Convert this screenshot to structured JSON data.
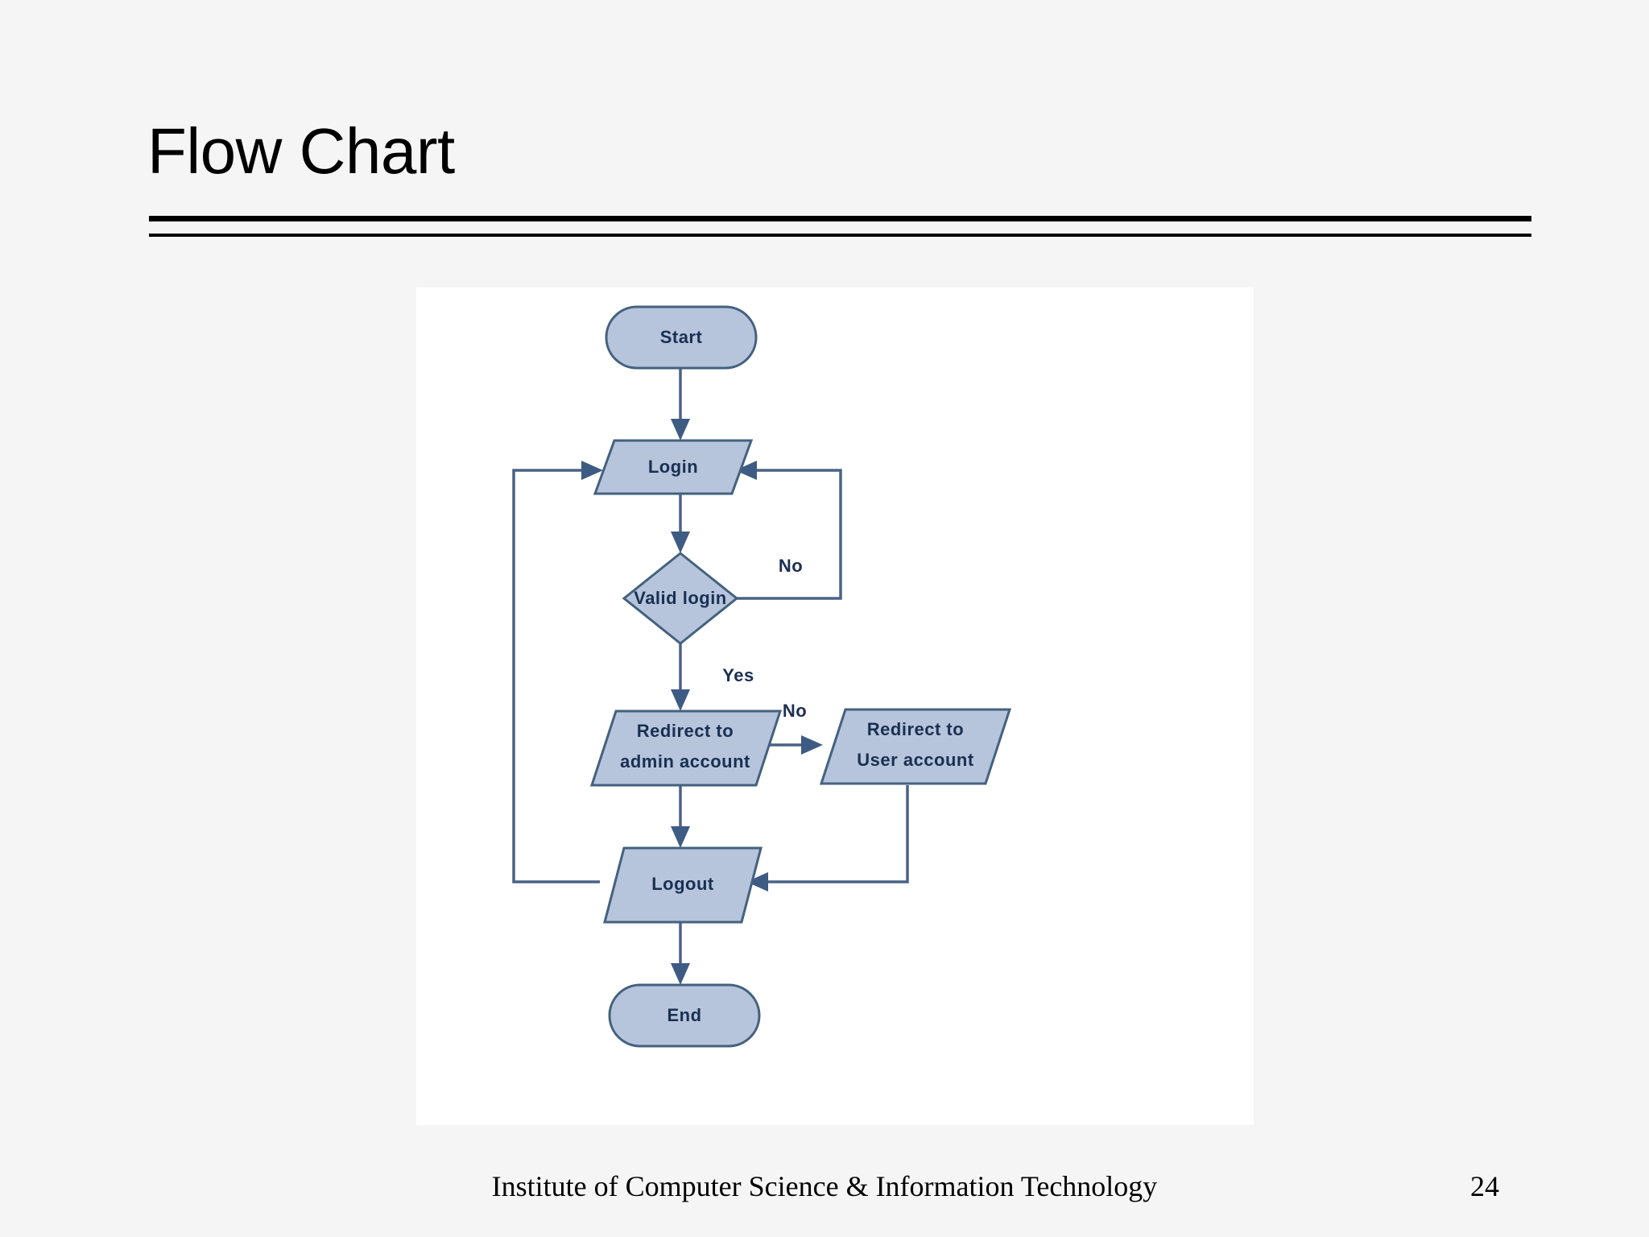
{
  "slide": {
    "title": "Flow Chart",
    "footer": "Institute of Computer Science & Information Technology",
    "page_number": "24",
    "background_color": "#f5f5f5",
    "rule_color": "#000000"
  },
  "chart_data": {
    "type": "diagram",
    "diagram_kind": "flowchart",
    "title": "Flow Chart",
    "canvas_background": "#ffffff",
    "node_fill": "#b6c5dc",
    "node_border": "#44617f",
    "node_text_color": "#1b2f52",
    "edge_color": "#4a6285",
    "nodes": [
      {
        "id": "start",
        "label": "Start",
        "shape": "stadium"
      },
      {
        "id": "login",
        "label": "Login",
        "shape": "parallelogram"
      },
      {
        "id": "valid_login",
        "label": "Valid login",
        "shape": "diamond"
      },
      {
        "id": "admin",
        "label_line1": "Redirect to",
        "label_line2": "admin account",
        "shape": "parallelogram"
      },
      {
        "id": "user",
        "label_line1": "Redirect to",
        "label_line2": "User account",
        "shape": "parallelogram"
      },
      {
        "id": "logout",
        "label": "Logout",
        "shape": "parallelogram"
      },
      {
        "id": "end",
        "label": "End",
        "shape": "stadium"
      }
    ],
    "edges": [
      {
        "from": "start",
        "to": "login",
        "label": ""
      },
      {
        "from": "login",
        "to": "valid_login",
        "label": ""
      },
      {
        "from": "valid_login",
        "to": "login",
        "label": "No"
      },
      {
        "from": "valid_login",
        "to": "admin",
        "label": "Yes"
      },
      {
        "from": "admin",
        "to": "user",
        "label": "No"
      },
      {
        "from": "admin",
        "to": "logout",
        "label": ""
      },
      {
        "from": "user",
        "to": "logout",
        "label": ""
      },
      {
        "from": "logout",
        "to": "login",
        "label": ""
      },
      {
        "from": "logout",
        "to": "end",
        "label": ""
      }
    ],
    "edge_labels": [
      "No",
      "Yes",
      "No"
    ]
  }
}
